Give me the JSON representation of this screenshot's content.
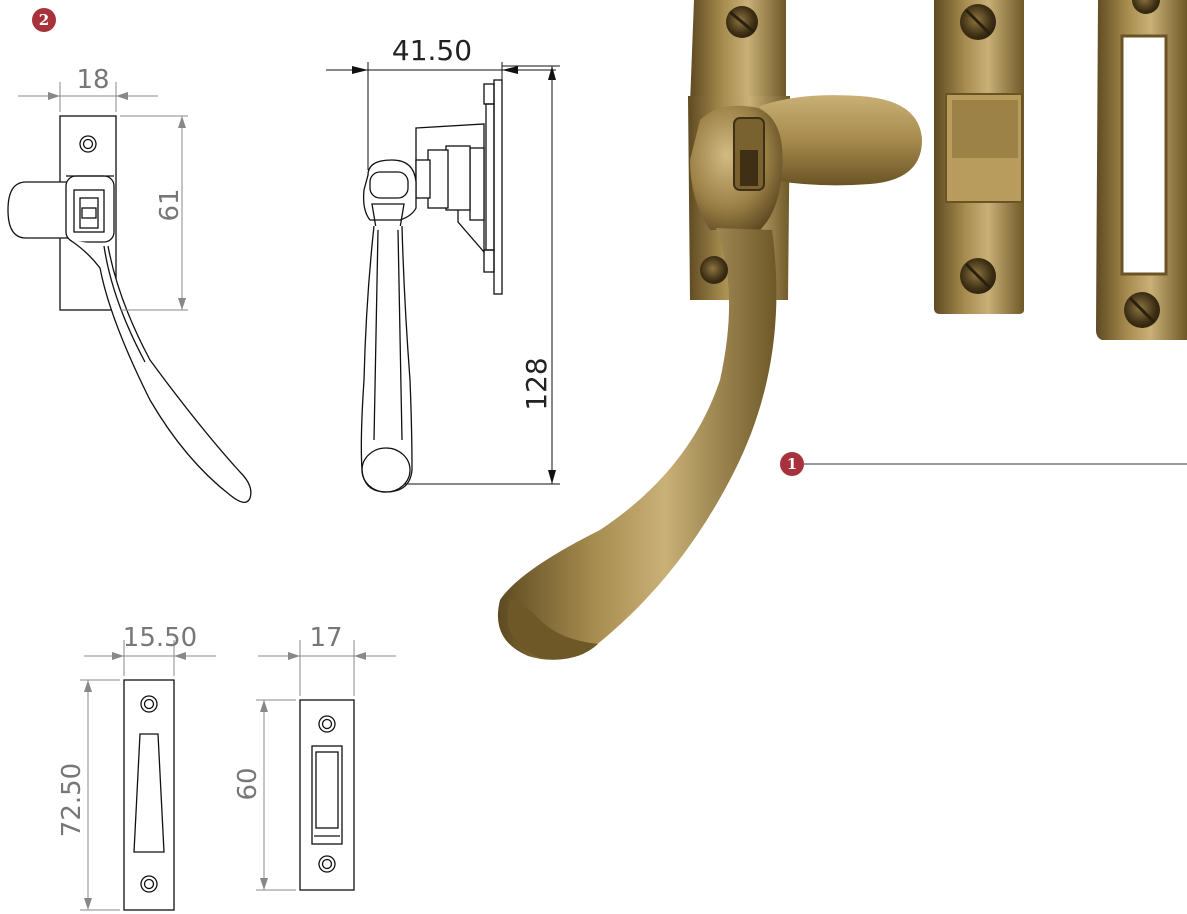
{
  "markers": {
    "m1": "1",
    "m2": "2"
  },
  "dimensions": {
    "handle_front_width": "18",
    "handle_front_height": "61",
    "handle_side_depth": "41.50",
    "handle_side_length": "128",
    "keep_a_width": "15.50",
    "keep_a_height": "72.50",
    "keep_b_width": "17",
    "keep_b_height": "60"
  },
  "colors": {
    "marker": "#a8323b",
    "brass_light": "#c7ae72",
    "brass_mid": "#9a8046",
    "brass_dark": "#5e4a22",
    "line": "#111111",
    "dim_line": "#888888"
  }
}
